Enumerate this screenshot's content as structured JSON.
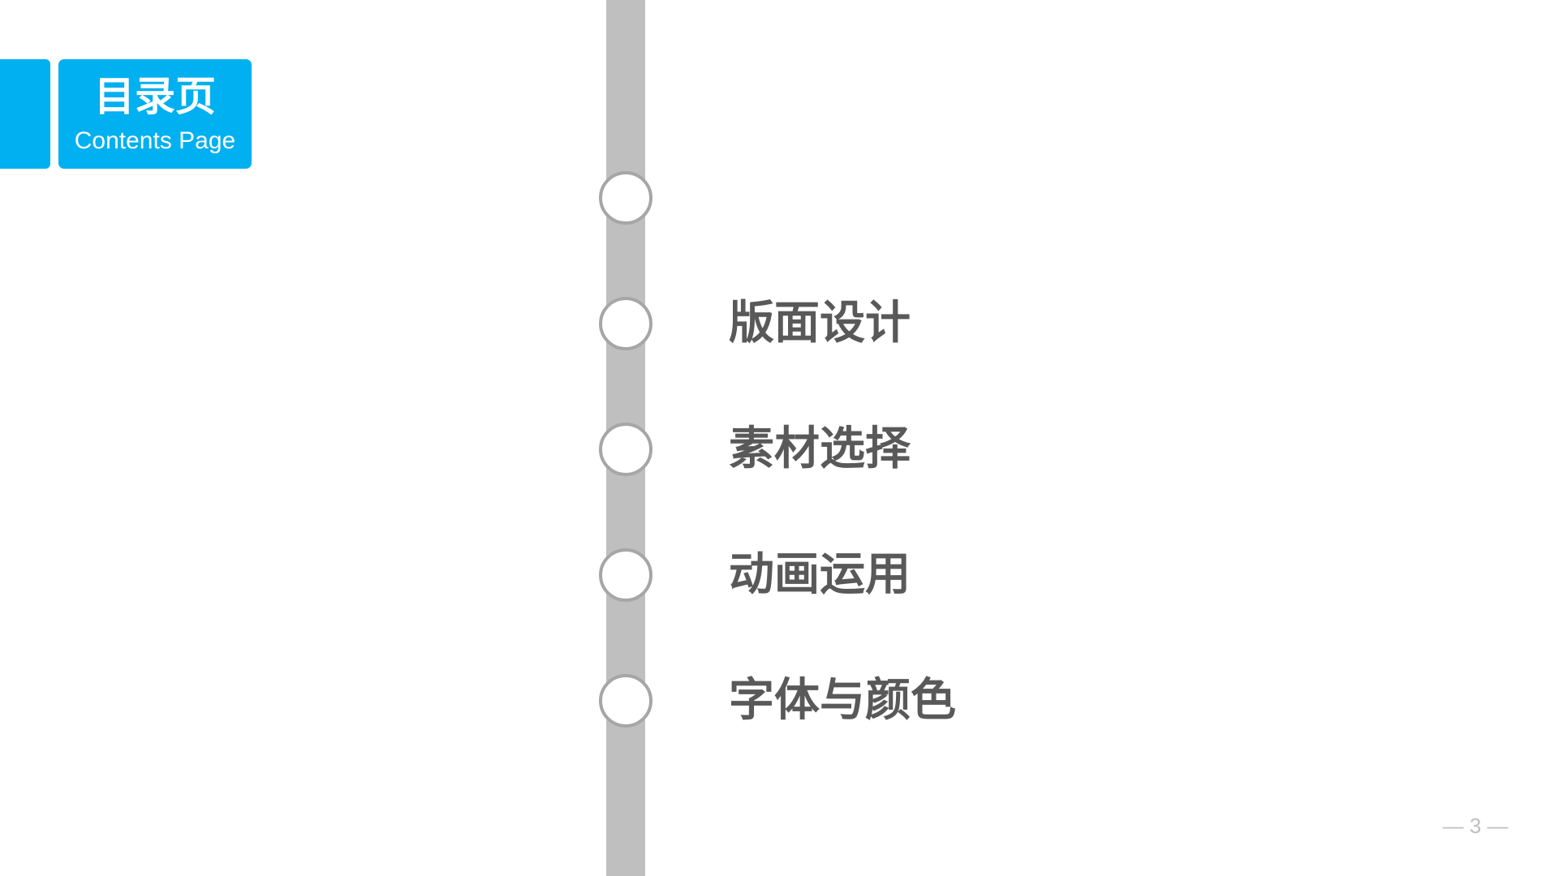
{
  "header": {
    "title_cn": "目录页",
    "title_en": "Contents Page"
  },
  "items": [
    {
      "label": ""
    },
    {
      "label": "版面设计"
    },
    {
      "label": "素材选择"
    },
    {
      "label": "动画运用"
    },
    {
      "label": "字体与颜色"
    }
  ],
  "footer": {
    "page_number": "— 3 —"
  },
  "colors": {
    "accent": "#00b0f0",
    "timeline": "#bfbfbf",
    "text": "#595959"
  }
}
